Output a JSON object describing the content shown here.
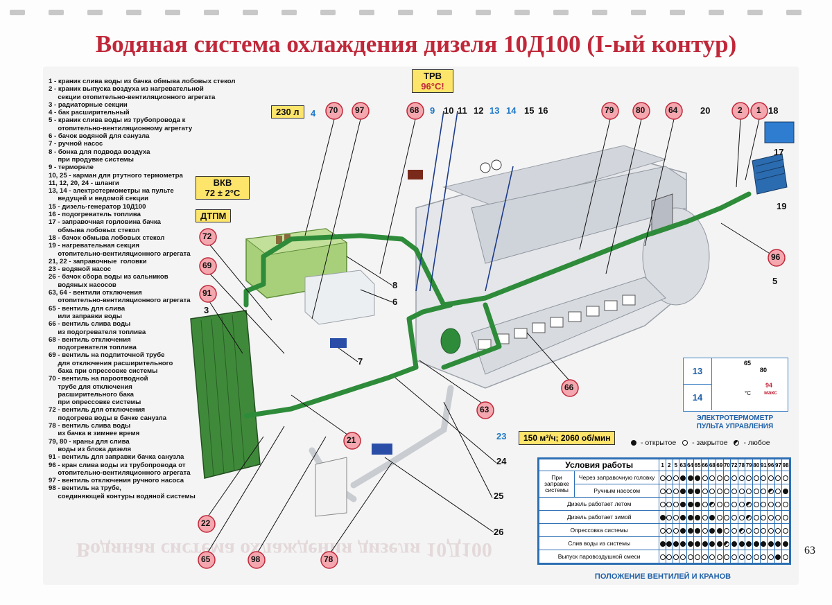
{
  "title": "Водяная система охлаждения дизеля 10Д100 (I-ый контур)",
  "page_number": "63",
  "legend": [
    "1 - краник слива воды из бачка обмыва лобовых стекол",
    "2 - краник выпуска воздуха из нагревательной",
    "     секции отопительно-вентиляционного агрегата",
    "3 - радиаторные секции",
    "4 - бак расширительный",
    "5 - краник слива воды из трубопровода к",
    "     отопительно-вентиляционному агрегату",
    "6 - бачок водяной для санузла",
    "7 - ручной насос",
    "8 - бонка для подвода воздуха",
    "     при продувке системы",
    "9 - термореле",
    "10, 25 - карман для ртутного термометра",
    "11, 12, 20, 24 - шланги",
    "13, 14 - электротермометры на пульте",
    "     ведущей и ведомой секции",
    "15 - дизель-генератор 10Д100",
    "16 - подогреватель топлива",
    "17 - заправочная горловина бачка",
    "     обмыва лобовых стекол",
    "18 - бачок обмыва лобовых стекол",
    "19 - нагревательная секция",
    "     отопительно-вентиляционного агрегата",
    "21, 22 - заправочные  головки",
    "23 - водяной насос",
    "26 - бачок сбора воды из сальников",
    "     водяных насосов",
    "63, 64 - вентили отключения",
    "     отопительно-вентиляционного агрегата",
    "65 - вентиль для слива",
    "     или заправки воды",
    "66 - вентиль слива воды",
    "     из подогревателя топлива",
    "68 - вентиль отключения",
    "     подогревателя топлива",
    "69 - вентиль на подпиточной трубе",
    "     для отключения расширительного",
    "     бака при опрессовке системы",
    "70 - вентиль на пароотводной",
    "     трубе для отключения",
    "     расширительного бака",
    "     при опрессовке системы",
    "72 - вентиль для отключения",
    "     подогрева воды в бачке санузла",
    "78 - вентиль слива воды",
    "     из бачка в зимнее время",
    "79, 80 - краны для слива",
    "     воды из блока дизеля",
    "91 - вентиль для заправки бачка санузла",
    "96 - кран слива воды из трубопровода от",
    "     отопительно-вентиляционного агрегата",
    "97 - вентиль отключения ручного насоса",
    "98 - вентиль на трубе,",
    "     соединяющей контуры водяной системы"
  ],
  "labels": {
    "trv": "ТРВ",
    "trv_val": "96°С!",
    "vkv": "ВКВ",
    "vkv_val": "72 ± 2°С",
    "dtpm": "ДТПМ",
    "tank_volume": "230 л",
    "flow": "150 м³/ч; 2060 об/мин",
    "thermometer_caption": "ЭЛЕКТРОТЕРМОМЕТР ПУЛЬТА УПРАВЛЕНИЯ",
    "gauge_65": "65",
    "gauge_80": "80",
    "gauge_94": "94",
    "gauge_max": "макс",
    "gauge_unit": "°С",
    "thermo_13": "13",
    "thermo_14": "14",
    "table_caption": "ПОЛОЖЕНИЕ  ВЕНТИЛЕЙ  И  КРАНОВ",
    "key_open": "- открытое",
    "key_closed": "- закрытое",
    "key_any": "- любое"
  },
  "mirror_text": "Водяная система охлаждения дизеля 10Д100",
  "callouts": {
    "n4": "4",
    "n9": "9",
    "n10": "10",
    "n11": "11",
    "n12": "12",
    "n13": "13",
    "n14": "14",
    "n15": "15",
    "n16": "16",
    "n20": "20",
    "n18": "18",
    "n17": "17",
    "n19": "19",
    "n3": "3",
    "n8": "8",
    "n6": "6",
    "n7": "7",
    "n5": "5",
    "n23": "23",
    "n24": "24",
    "n25": "25",
    "n26": "26",
    "c70": "70",
    "c97": "97",
    "c68": "68",
    "c79": "79",
    "c80": "80",
    "c64": "64",
    "c2": "2",
    "c1": "1",
    "c72": "72",
    "c69": "69",
    "c91": "91",
    "c96": "96",
    "c66": "66",
    "c63": "63",
    "c21": "21",
    "c22": "22",
    "c65": "65",
    "c98": "98",
    "c78": "78"
  },
  "table": {
    "header_label": "Условия работы",
    "columns": [
      "1",
      "2",
      "5",
      "63",
      "64",
      "65",
      "66",
      "68",
      "69",
      "70",
      "72",
      "78",
      "79",
      "80",
      "91",
      "96",
      "97",
      "98"
    ],
    "rows": [
      {
        "label": "При заправке системы",
        "sub": "Через заправочную головку",
        "states": "cccooocccccccccccc"
      },
      {
        "label": "",
        "sub": "Ручным насосом",
        "states": "cccooocccccccccaco"
      },
      {
        "label": "Дизель работает летом",
        "sub": "",
        "states": "cccooocaccccaccccc"
      },
      {
        "label": "Дизель работает зимой",
        "sub": "",
        "states": "occooococcccaccccc"
      },
      {
        "label": "Опрессовка системы",
        "sub": "",
        "states": "cccooocooccacccccc"
      },
      {
        "label": "Слив воды из системы",
        "sub": "",
        "states": "oooooooooaoooooooo"
      },
      {
        "label": "Выпуск паровоздушной смеси",
        "sub": "",
        "states": "ccccccccccccccccoc"
      }
    ]
  }
}
